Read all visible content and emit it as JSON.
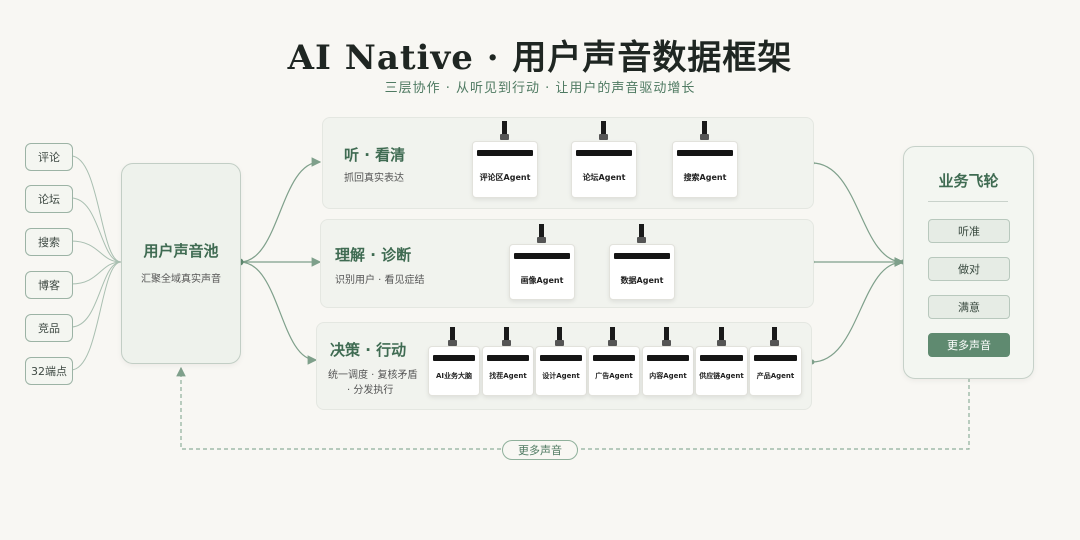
{
  "title": "AI Native · 用户声音数据框架",
  "subtitle": "三层协作 · 从听见到行动 · 让用户的声音驱动增长",
  "sources": [
    "评论",
    "论坛",
    "搜索",
    "博客",
    "竞品",
    "32端点"
  ],
  "pool": {
    "title": "用户声音池",
    "subtitle": "汇聚全域真实声音"
  },
  "layers": [
    {
      "title": "听 · 看清",
      "subtitle": "抓回真实表达",
      "agents": [
        "评论区Agent",
        "论坛Agent",
        "搜索Agent"
      ]
    },
    {
      "title": "理解 · 诊断",
      "subtitle": "识别用户 · 看见症结",
      "agents": [
        "画像Agent",
        "数据Agent"
      ]
    },
    {
      "title": "决策 · 行动",
      "subtitle_line1": "统一调度 · 复核矛盾",
      "subtitle_line2": "· 分发执行",
      "agents": [
        "AI业务大脑",
        "找茬Agent",
        "设计Agent",
        "广告Agent",
        "内容Agent",
        "供应链Agent",
        "产品Agent"
      ]
    }
  ],
  "flywheel": {
    "title": "业务飞轮",
    "items": [
      "听准",
      "做对",
      "满意",
      "更多声音"
    ],
    "active_index": 3
  },
  "loop_label": "更多声音",
  "colors": {
    "accent": "#5f8a70",
    "line": "#8fb09b",
    "title_green": "#3f6b52"
  }
}
